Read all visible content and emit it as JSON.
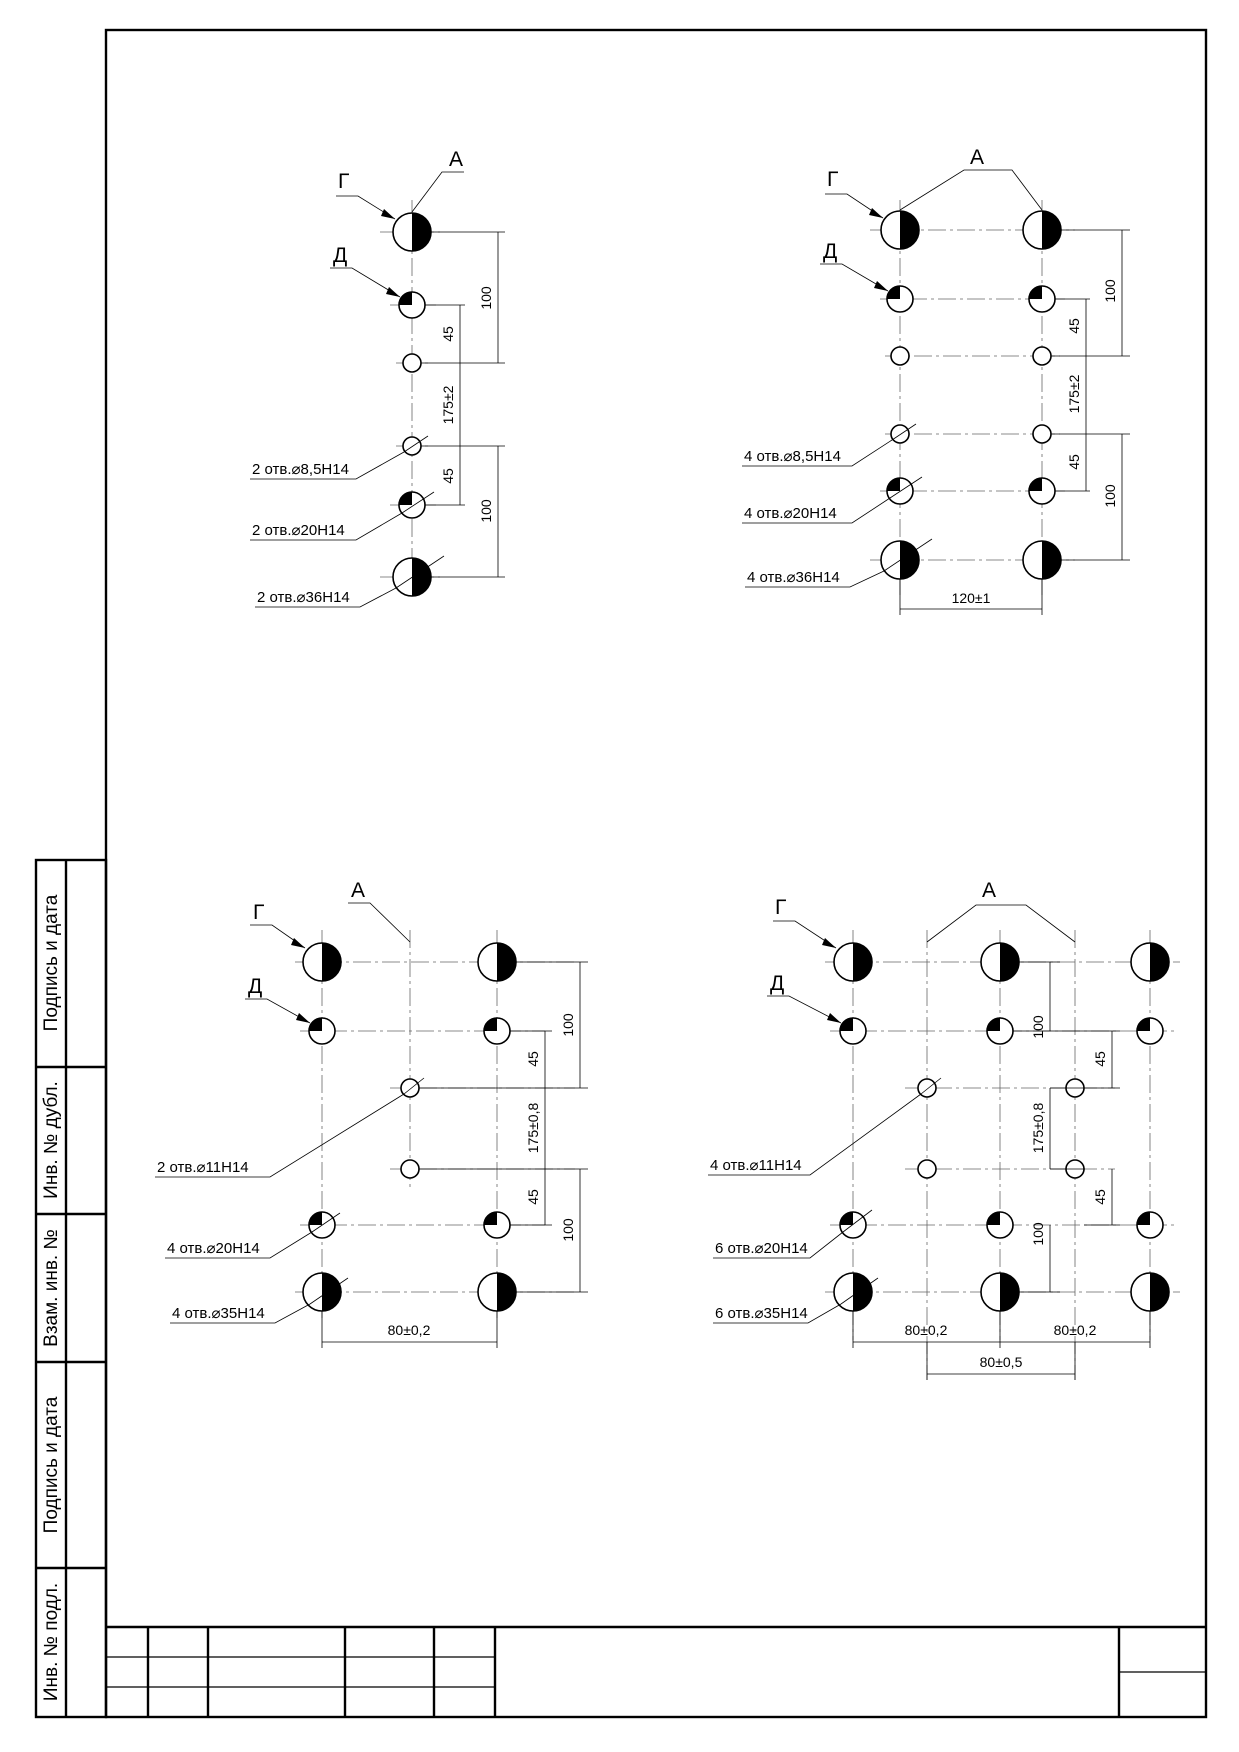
{
  "side_stamp": {
    "labels": [
      "Подпись и дата",
      "Инв. № дубл.",
      "Инв. № подл.",
      "Взам. инв. №",
      "Подпись и дата"
    ]
  },
  "diagrams": [
    {
      "id": "scheme-1",
      "letters": {
        "a": "А",
        "g": "Г",
        "d": "Д"
      },
      "callouts": [
        "2 отв.⌀8,5H14",
        "2 отв.⌀20H14",
        "2 отв.⌀36H14"
      ],
      "dims": [
        "100",
        "45",
        "175±2",
        "45",
        "100"
      ]
    },
    {
      "id": "scheme-2",
      "letters": {
        "a": "А",
        "g": "Г",
        "d": "Д"
      },
      "callouts": [
        "4 отв.⌀8,5H14",
        "4 отв.⌀20H14",
        "4 отв.⌀36H14"
      ],
      "dims": [
        "100",
        "45",
        "175±2",
        "45",
        "100",
        "120±1"
      ]
    },
    {
      "id": "scheme-3",
      "letters": {
        "a": "А",
        "g": "Г",
        "d": "Д"
      },
      "callouts": [
        "2 отв.⌀11H14",
        "4 отв.⌀20H14",
        "4 отв.⌀35H14"
      ],
      "dims": [
        "100",
        "45",
        "175±0,8",
        "45",
        "100",
        "80±0,2"
      ]
    },
    {
      "id": "scheme-4",
      "letters": {
        "a": "А",
        "g": "Г",
        "d": "Д"
      },
      "callouts": [
        "4 отв.⌀11H14",
        "6 отв.⌀20H14",
        "6 отв.⌀35H14"
      ],
      "dims": [
        "100",
        "45",
        "175±0,8",
        "45",
        "100",
        "80±0,2",
        "80±0,2",
        "80±0,5"
      ]
    }
  ],
  "colors": {
    "ink": "#000000",
    "centerline": "#666666",
    "paper": "#ffffff"
  }
}
